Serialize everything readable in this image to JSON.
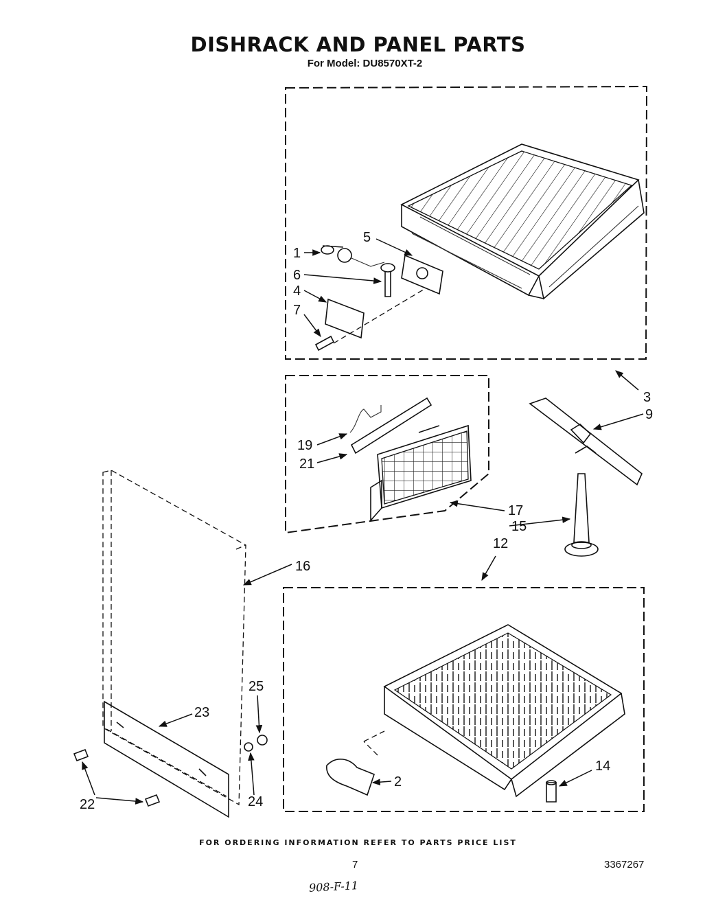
{
  "title": "DISHRACK AND PANEL PARTS",
  "model": "For Model: DU8570XT-2",
  "footer": "FOR ORDERING INFORMATION REFER TO PARTS PRICE LIST",
  "page_number": "7",
  "document_number": "3367267",
  "handwritten_note": "908-F-11",
  "callouts": {
    "c1": "1",
    "c2": "2",
    "c3": "3",
    "c4": "4",
    "c5": "5",
    "c6": "6",
    "c7": "7",
    "c9": "9",
    "c12": "12",
    "c14": "14",
    "c15": "15",
    "c16": "16",
    "c17": "17",
    "c19": "19",
    "c21": "21",
    "c22": "22",
    "c23": "23",
    "c24": "24",
    "c25": "25"
  }
}
